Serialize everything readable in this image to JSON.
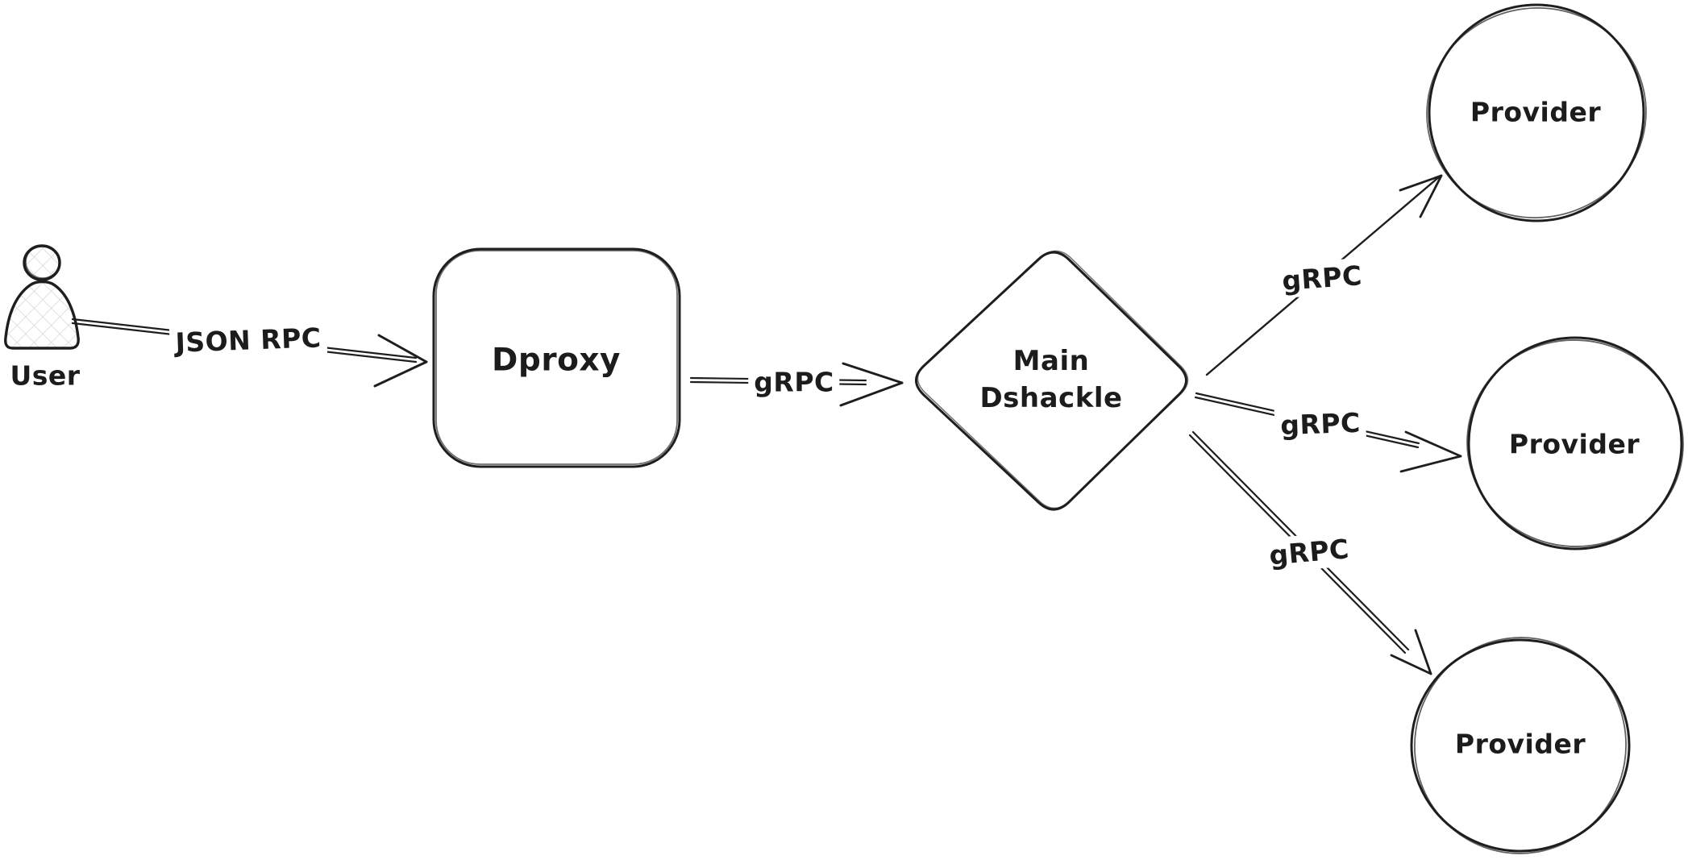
{
  "diagram": {
    "colors": {
      "background": "#ffffff",
      "stroke": "#1e1e1e",
      "hatch_fill": "#d6d9dc"
    },
    "nodes": [
      {
        "id": "user",
        "shape": "person",
        "label": "User"
      },
      {
        "id": "dproxy",
        "shape": "rounded-rectangle",
        "label": "Dproxy"
      },
      {
        "id": "main-dshackle",
        "shape": "diamond",
        "label": "Main Dshackle",
        "label_lines": [
          "Main",
          "Dshackle"
        ]
      },
      {
        "id": "provider-top",
        "shape": "circle",
        "label": "Provider"
      },
      {
        "id": "provider-middle",
        "shape": "circle",
        "label": "Provider"
      },
      {
        "id": "provider-bottom",
        "shape": "circle",
        "label": "Provider"
      }
    ],
    "edges": [
      {
        "from": "user",
        "to": "dproxy",
        "label": "JSON RPC",
        "style": "double-line-arrow"
      },
      {
        "from": "dproxy",
        "to": "main-dshackle",
        "label": "gRPC",
        "style": "double-line-arrow"
      },
      {
        "from": "main-dshackle",
        "to": "provider-top",
        "label": "gRPC",
        "style": "single-line-arrow"
      },
      {
        "from": "main-dshackle",
        "to": "provider-middle",
        "label": "gRPC",
        "style": "double-line-arrow"
      },
      {
        "from": "main-dshackle",
        "to": "provider-bottom",
        "label": "gRPC",
        "style": "double-line-arrow"
      }
    ]
  }
}
